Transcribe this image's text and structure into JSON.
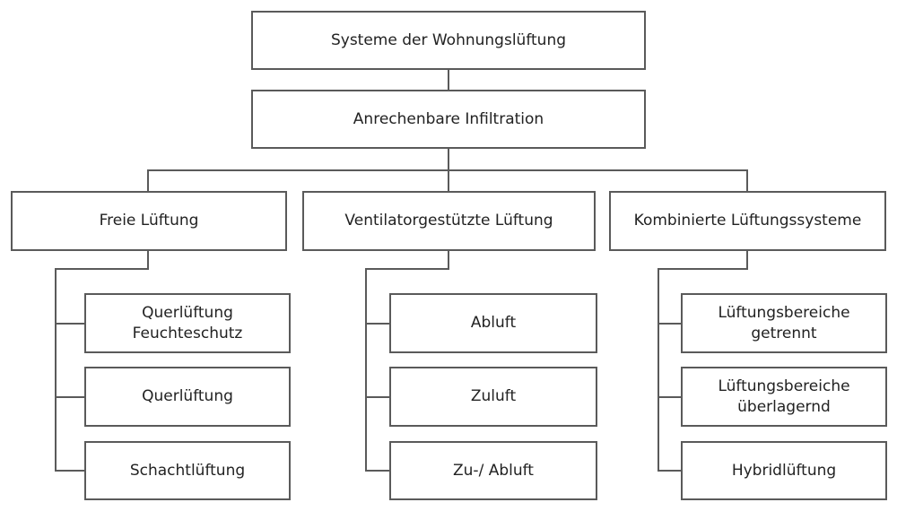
{
  "diagram": {
    "root": "Systeme der Wohnungslüftung",
    "level2": "Anrechenbare Infiltration",
    "branches": [
      {
        "label": "Freie Lüftung",
        "children": [
          "Querlüftung\nFeuchteschutz",
          "Querlüftung",
          "Schachtlüftung"
        ]
      },
      {
        "label": "Ventilatorgestützte Lüftung",
        "children": [
          "Abluft",
          "Zuluft",
          "Zu-/ Abluft"
        ]
      },
      {
        "label": "Kombinierte Lüftungssysteme",
        "children": [
          "Lüftungsbereiche\ngetrennt",
          "Lüftungsbereiche\nüberlagernd",
          "Hybridlüftung"
        ]
      }
    ]
  }
}
